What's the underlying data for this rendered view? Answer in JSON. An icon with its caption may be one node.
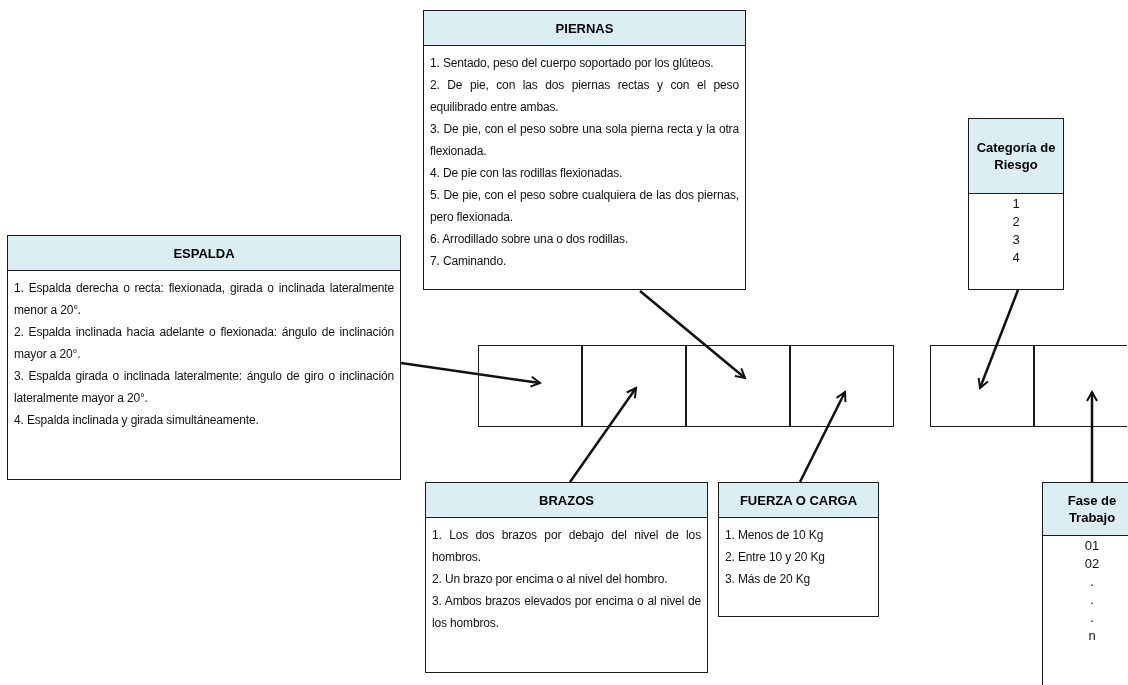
{
  "diagram": {
    "nodes": [
      {
        "text": [
          "PIERNAS",
          "1. Sentado, peso del cuerpo soportado por los glúteos.",
          "2. De pie, con las dos piernas rectas y con el peso equilibrado entre ambas.",
          "3. De pie, con el peso sobre una sola pierna recta y la otra flexionada.",
          "4. De pie con las rodillas flexionadas.",
          "5. De pie, con el peso sobre cualquiera de las dos piernas, pero flexionada.",
          "6. Arrodillado sobre una o dos rodillas.",
          "7. Caminando."
        ]
      },
      {
        "text": [
          "Categoría de Riesgo",
          "1",
          "2",
          "3",
          "4"
        ]
      },
      {
        "text": [
          "ESPALDA",
          "1. Espalda derecha o recta: flexionada, girada o inclinada lateralmente menor a 20°.",
          "2. Espalda inclinada hacia adelante o flexionada: ángulo de inclinación mayor a 20°.",
          "3. Espalda girada o inclinada lateralmente: ángulo de giro o inclinación lateralmente mayor a 20°.",
          "4. Espalda inclinada y girada simultáneamente."
        ]
      },
      {
        "text": [],
        "shape": "box"
      },
      {
        "text": [],
        "shape": "box"
      },
      {
        "text": [],
        "shape": "box"
      },
      {
        "text": [],
        "shape": "box"
      },
      {
        "text": [],
        "shape": "box"
      },
      {
        "text": [],
        "shape": "box"
      },
      {
        "text": [
          "BRAZOS",
          "1. Los dos brazos por debajo del nivel de los hombros.",
          "2. Un brazo por encima o al nivel del hombro.",
          "3. Ambos brazos elevados por encima o al nivel de los hombros."
        ]
      },
      {
        "text": [
          "FUERZA O CARGA",
          "1. Menos de 10 Kg",
          "2. Entre 10 y 20 Kg",
          "3. Más de 20 Kg"
        ]
      },
      {
        "text": [
          "Fase de Trabajo",
          "01",
          "02",
          ".",
          ".",
          ".",
          "n"
        ]
      }
    ],
    "edges": [
      {
        "from": 2,
        "to": 3,
        "arrow": "to"
      },
      {
        "from": 0,
        "to": 5,
        "arrow": "to"
      },
      {
        "from": 9,
        "to": 4,
        "arrow": "to"
      },
      {
        "from": 10,
        "to": 6,
        "arrow": "to"
      },
      {
        "from": 1,
        "to": 7,
        "arrow": "to"
      },
      {
        "from": 11,
        "to": 8,
        "arrow": "to"
      }
    ]
  }
}
